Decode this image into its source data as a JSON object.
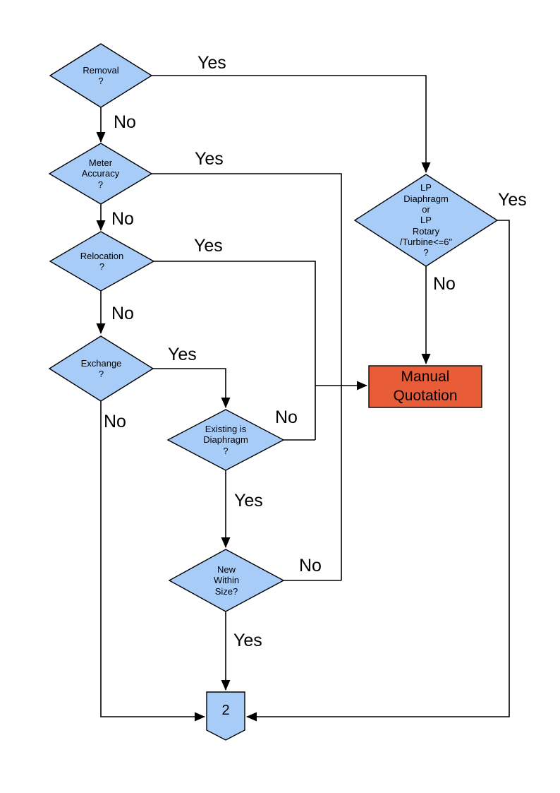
{
  "colors": {
    "decision_fill": "#A8CCF8",
    "process_fill": "#E85C38",
    "connector_fill": "#A8CCF8",
    "line_color": "#000000"
  },
  "nodes": {
    "removal": {
      "type": "decision",
      "label": "Removal\n?"
    },
    "meter_accuracy": {
      "type": "decision",
      "label": "Meter\nAccuracy\n?"
    },
    "relocation": {
      "type": "decision",
      "label": "Relocation\n?"
    },
    "exchange": {
      "type": "decision",
      "label": "Exchange\n?"
    },
    "existing_diaphragm": {
      "type": "decision",
      "label": "Existing is\nDiaphragm\n?"
    },
    "new_within_size": {
      "type": "decision",
      "label": "New\nWithin\nSize?"
    },
    "lp_meter": {
      "type": "decision",
      "label": "LP\nDiaphragm\nor\nLP\nRotary\n/Turbine<=6\"\n?"
    },
    "manual_quotation": {
      "type": "process",
      "label": "Manual\nQuotation"
    },
    "offpage_connector": {
      "type": "offpage-connector",
      "label": "2"
    }
  },
  "edge_labels": {
    "removal_yes": "Yes",
    "removal_no": "No",
    "meter_yes": "Yes",
    "meter_no": "No",
    "relocation_yes": "Yes",
    "relocation_no": "No",
    "exchange_yes": "Yes",
    "exchange_no": "No",
    "existing_no": "No",
    "existing_yes": "Yes",
    "new_size_no": "No",
    "new_size_yes": "Yes",
    "lp_no": "No",
    "lp_yes": "Yes"
  }
}
